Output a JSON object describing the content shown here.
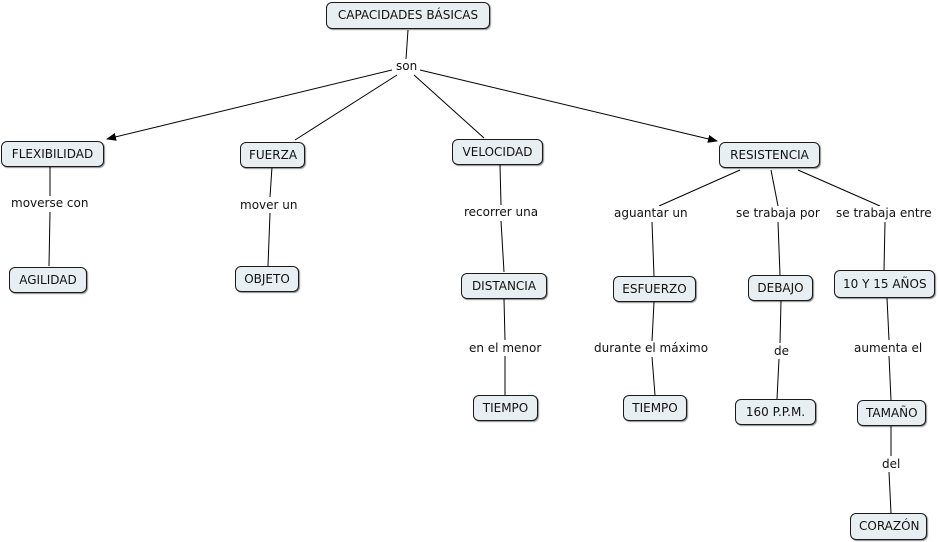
{
  "concepts": {
    "root": "CAPACIDADES BÁSICAS",
    "flexibilidad": "FLEXIBILIDAD",
    "fuerza": "FUERZA",
    "velocidad": "VELOCIDAD",
    "resistencia": "RESISTENCIA",
    "agilidad": "AGILIDAD",
    "objeto": "OBJETO",
    "distancia": "DISTANCIA",
    "tiempo_velocidad": "TIEMPO",
    "esfuerzo": "ESFUERZO",
    "tiempo_resistencia": "TIEMPO",
    "debajo": "DEBAJO",
    "ppm": "160 P.P.M.",
    "anos": "10 Y 15 AÑOS",
    "tamano": "TAMAÑO",
    "corazon": "CORAZÓN"
  },
  "links": {
    "son": "son",
    "moverse_con": "moverse con",
    "mover_un": "mover un",
    "recorrer_una": "recorrer una",
    "en_el_menor": "en el menor",
    "aguantar_un": "aguantar un",
    "durante_el_maximo": "durante el máximo",
    "se_trabaja_por": "se trabaja por",
    "de": "de",
    "se_trabaja_entre": "se trabaja entre",
    "aumenta_el": "aumenta el",
    "del": "del"
  }
}
